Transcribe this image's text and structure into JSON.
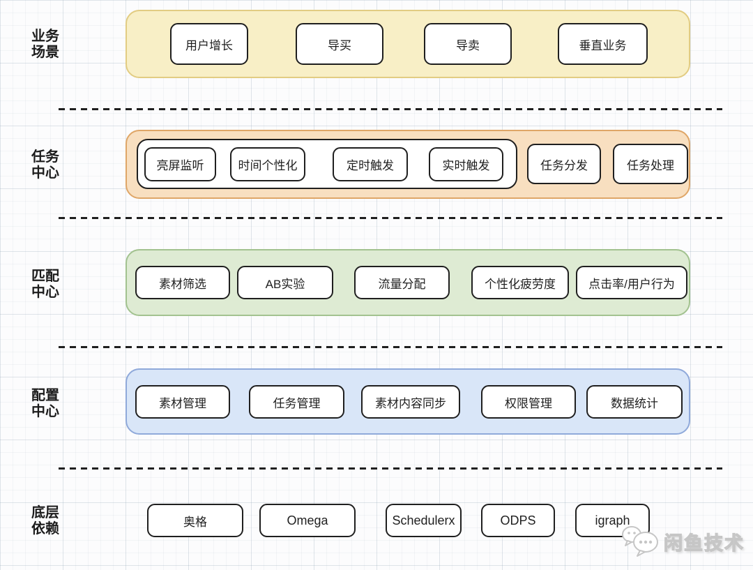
{
  "colors": {
    "business_bg": "#F8EFC6",
    "business_border": "#E2CC82",
    "task_bg": "#F8DFC0",
    "task_border": "#DFA667",
    "match_bg": "#DEEBD3",
    "match_border": "#A2C28F",
    "config_bg": "#D9E6F8",
    "config_border": "#8FA9DA",
    "node_border": "#1F1F1F",
    "node_bg": "#FFFFFF"
  },
  "layers": {
    "business": {
      "label": "业务\n场景",
      "items": [
        "用户增长",
        "导买",
        "导卖",
        "垂直业务"
      ]
    },
    "task": {
      "label": "任务\n中心",
      "trigger_group": [
        "亮屏监听",
        "时间个性化",
        "定时触发",
        "实时触发"
      ],
      "items": [
        "任务分发",
        "任务处理"
      ]
    },
    "match": {
      "label": "匹配\n中心",
      "items": [
        "素材筛选",
        "AB实验",
        "流量分配",
        "个性化疲劳度",
        "点击率/用户行为"
      ]
    },
    "config": {
      "label": "配置\n中心",
      "items": [
        "素材管理",
        "任务管理",
        "素材内容同步",
        "权限管理",
        "数据统计"
      ]
    },
    "infra": {
      "label": "底层\n依赖",
      "items": [
        "奥格",
        "Omega",
        "Schedulerx",
        "ODPS",
        "igraph"
      ]
    }
  },
  "watermark": {
    "text": "闲鱼技术",
    "icon": "wechat-bubbles-icon"
  }
}
